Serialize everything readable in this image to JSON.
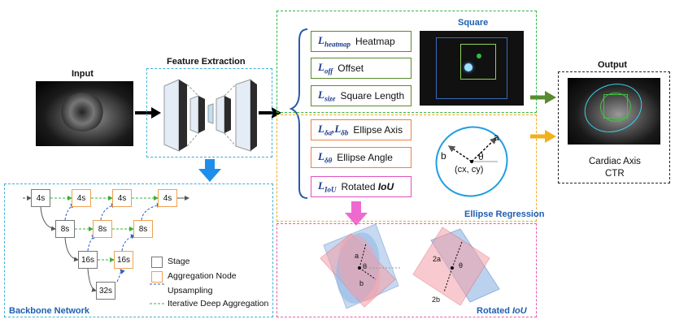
{
  "input": {
    "title": "Input"
  },
  "feature": {
    "title": "Feature Extraction"
  },
  "backbone": {
    "title": "Backbone Network",
    "nodes": {
      "n1": "4s",
      "n2": "4s",
      "n3": "4s",
      "n4": "4s",
      "n5": "8s",
      "n6": "8s",
      "n7": "8s",
      "n8": "16s",
      "n9": "16s",
      "n10": "32s"
    },
    "legend": {
      "stage": "Stage",
      "aggregation": "Aggregation Node",
      "upsampling": "Upsampling",
      "ida": "Iterative Deep Aggregation"
    }
  },
  "square": {
    "title": "Square",
    "losses": [
      {
        "sym": "L",
        "sub": "heatmap",
        "name": "Heatmap"
      },
      {
        "sym": "L",
        "sub": "off",
        "name": "Offset"
      },
      {
        "sym": "L",
        "sub": "size",
        "name": "Square Length"
      }
    ]
  },
  "ellipse": {
    "title": "Ellipse Regression",
    "losses": [
      {
        "sym1": "L",
        "sub1": "δa",
        "sym2": "L",
        "sub2": "δb",
        "name": "Ellipse Axis"
      },
      {
        "sym": "L",
        "sub": "δθ",
        "name": "Ellipse Angle"
      },
      {
        "sym": "L",
        "sub": "IoU",
        "name": "Rotated",
        "em": "IoU"
      }
    ],
    "diagram": {
      "a": "a",
      "b": "b",
      "theta": "θ",
      "center": "(cx, cy)"
    }
  },
  "rotated": {
    "title_prefix": "Rotated ",
    "title_em": "IoU",
    "left": {
      "a": "a",
      "b": "b",
      "theta": "θ"
    },
    "right": {
      "a": "2a",
      "b": "2b",
      "theta": "θ"
    }
  },
  "output": {
    "title": "Output",
    "line1": "Cardiac Axis",
    "line2": "CTR"
  },
  "colors": {
    "blue_dash": "#3eb0d8",
    "green_dash": "#34b34a",
    "orange_dash": "#f2a91b",
    "pink_dash": "#e85aa8",
    "green_arrow": "#5a8a2e",
    "orange_arrow": "#f2b01c",
    "pink_arrow": "#ee6ad0",
    "blue_arrow": "#1f8ee8"
  }
}
